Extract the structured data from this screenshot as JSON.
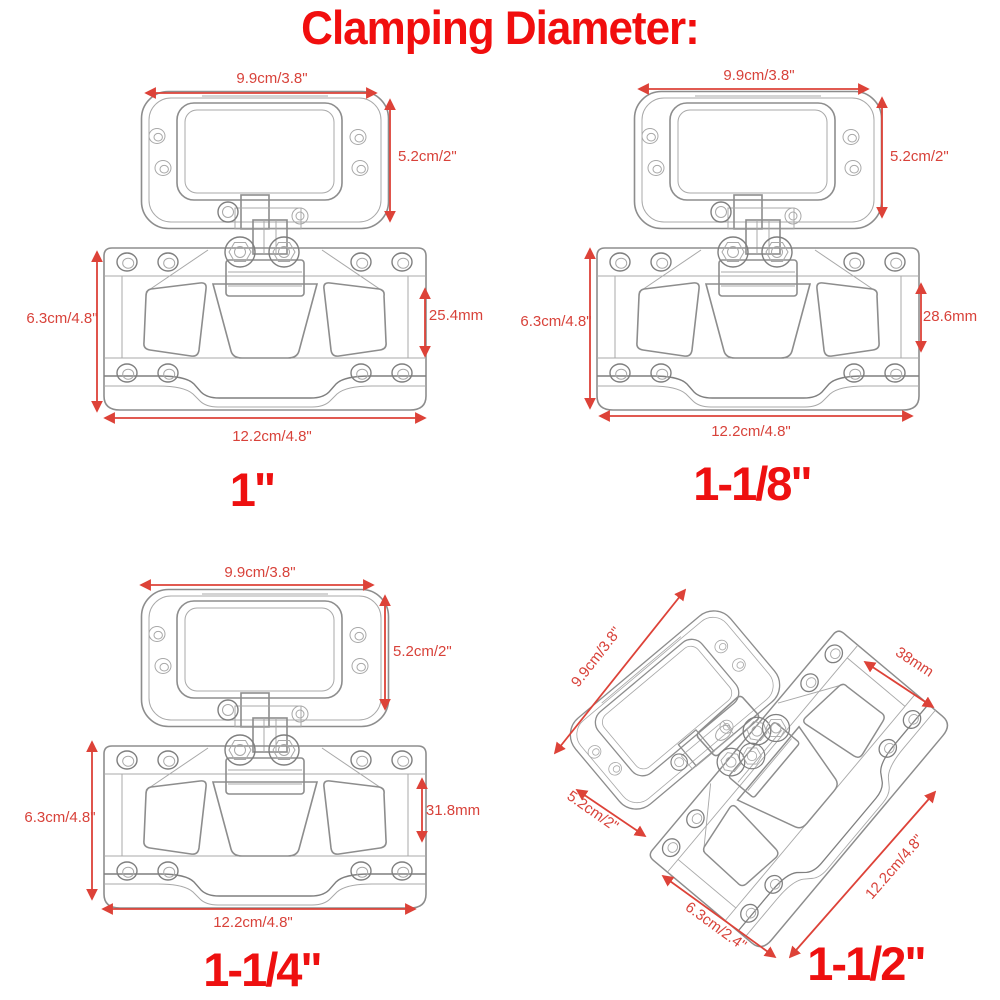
{
  "title": "Clamping Diameter:",
  "colors": {
    "title_red": "#f10e0e",
    "size_label_red": "#ee1010",
    "dimension_red": "#d8423a",
    "line_art_gray": "#8d8d8d",
    "background": "#ffffff"
  },
  "panels": [
    {
      "name": "clamp-1-inch",
      "size_label": "1\"",
      "dimensions": {
        "top_width": "9.9cm/3.8\"",
        "top_height": "5.2cm/2\"",
        "base_height": "6.3cm/4.8\"",
        "clamp_bore": "25.4mm",
        "base_width": "12.2cm/4.8\""
      }
    },
    {
      "name": "clamp-1-1-8-inch",
      "size_label": "1-1/8\"",
      "dimensions": {
        "top_width": "9.9cm/3.8\"",
        "top_height": "5.2cm/2\"",
        "base_height": "6.3cm/4.8\"",
        "clamp_bore": "28.6mm",
        "base_width": "12.2cm/4.8\""
      }
    },
    {
      "name": "clamp-1-1-4-inch",
      "size_label": "1-1/4\"",
      "dimensions": {
        "top_width": "9.9cm/3.8\"",
        "top_height": "5.2cm/2\"",
        "base_height": "6.3cm/4.8\"",
        "clamp_bore": "31.8mm",
        "base_width": "12.2cm/4.8\""
      }
    },
    {
      "name": "clamp-1-1-2-inch",
      "size_label": "1-1/2\"",
      "dimensions": {
        "top_width": "9.9cm/3.8\"",
        "clamp_bore": "38mm",
        "top_height": "5.2cm/2\"",
        "base_height": "6.3cm/2.4\"",
        "base_width": "12.2cm/4.8\""
      }
    }
  ]
}
